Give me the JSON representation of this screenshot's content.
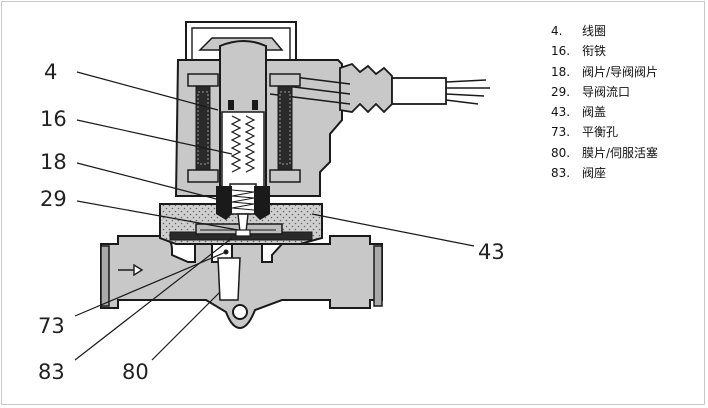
{
  "callouts": [
    {
      "id": "4",
      "label": "4"
    },
    {
      "id": "16",
      "label": "16"
    },
    {
      "id": "18",
      "label": "18"
    },
    {
      "id": "29",
      "label": "29"
    },
    {
      "id": "43",
      "label": "43"
    },
    {
      "id": "73",
      "label": "73"
    },
    {
      "id": "83",
      "label": "83"
    },
    {
      "id": "80",
      "label": "80"
    }
  ],
  "legend": [
    {
      "num": "4.",
      "text": "线圈"
    },
    {
      "num": "16.",
      "text": "衔铁"
    },
    {
      "num": "18.",
      "text": "阀片/导阀阀片"
    },
    {
      "num": "29.",
      "text": "导阀流口"
    },
    {
      "num": "43.",
      "text": "阀盖"
    },
    {
      "num": "73.",
      "text": "平衡孔"
    },
    {
      "num": "80.",
      "text": "膜片/伺服活塞"
    },
    {
      "num": "83.",
      "text": "阀座"
    }
  ],
  "colors": {
    "body_fill": "#c8c8c8",
    "outline": "#1a1a1a",
    "frame": "#c9c9c9"
  }
}
